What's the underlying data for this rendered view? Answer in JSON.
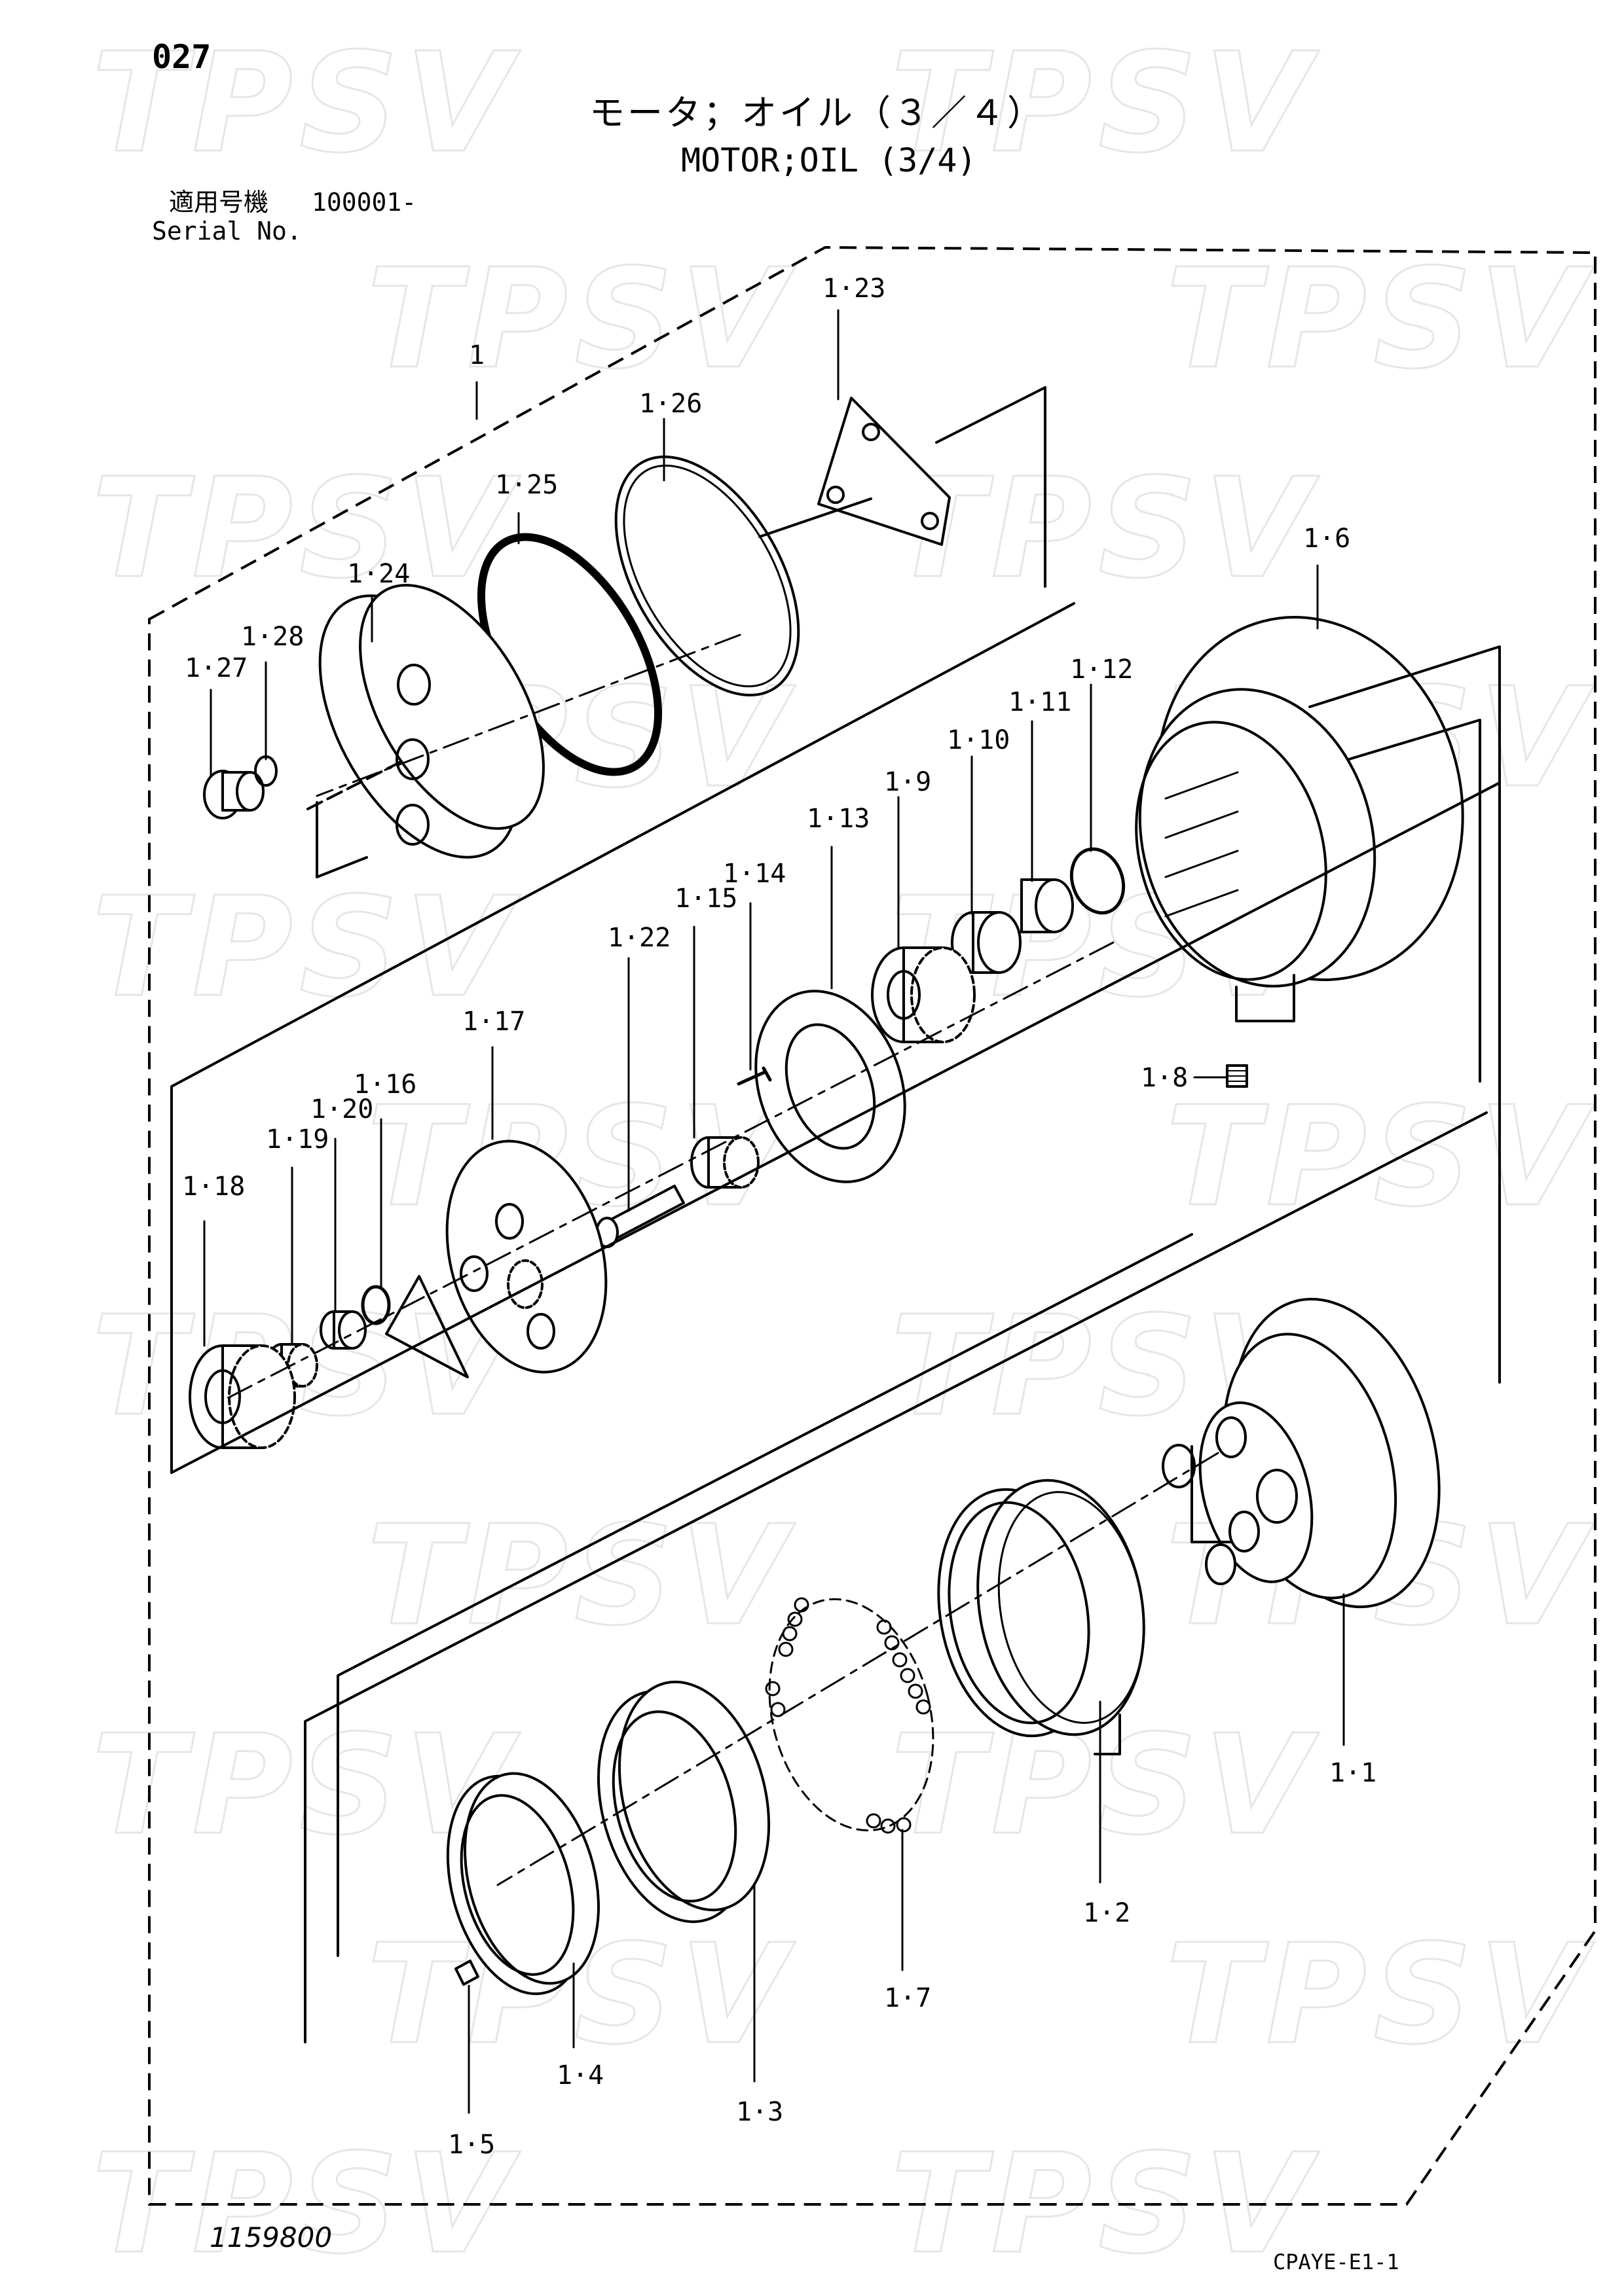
{
  "page": {
    "number": "027",
    "title_jp": "モータ；オイル（３／４）",
    "title_en": "MOTOR;OIL (3/4)",
    "serial_label_jp": "適用号機",
    "serial_value": "100001-",
    "serial_label_en": "Serial No.",
    "drawing_number": "1159800",
    "sheet_code": "CPAYE-E1-1"
  },
  "watermark": {
    "text": "TPSV"
  },
  "callouts": [
    "1",
    "1·23",
    "1·26",
    "1·25",
    "1·24",
    "1·28",
    "1·27",
    "1·6",
    "1·12",
    "1·11",
    "1·10",
    "1·9",
    "1·13",
    "1·14",
    "1·15",
    "1·22",
    "1·17",
    "1·16",
    "1·20",
    "1·19",
    "1·18",
    "1·8",
    "1·1",
    "1·2",
    "1·7",
    "1·3",
    "1·4",
    "1·5"
  ]
}
